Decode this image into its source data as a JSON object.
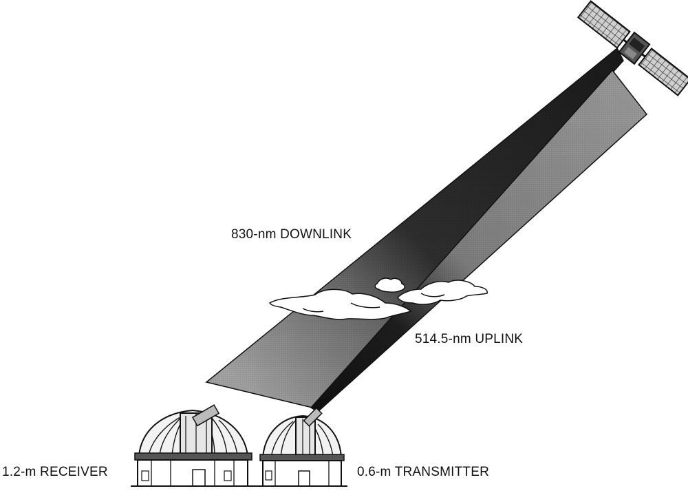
{
  "labels": {
    "downlink": "830-nm DOWNLINK",
    "uplink": "514.5-nm UPLINK",
    "receiver": "1.2-m RECEIVER",
    "transmitter": "0.6-m TRANSMITTER"
  },
  "colors": {
    "downlink_beam_dark": "#262626",
    "downlink_beam_light": "#9a9a9a",
    "uplink_beam": "#8c8c8c",
    "ink": "#111111"
  }
}
